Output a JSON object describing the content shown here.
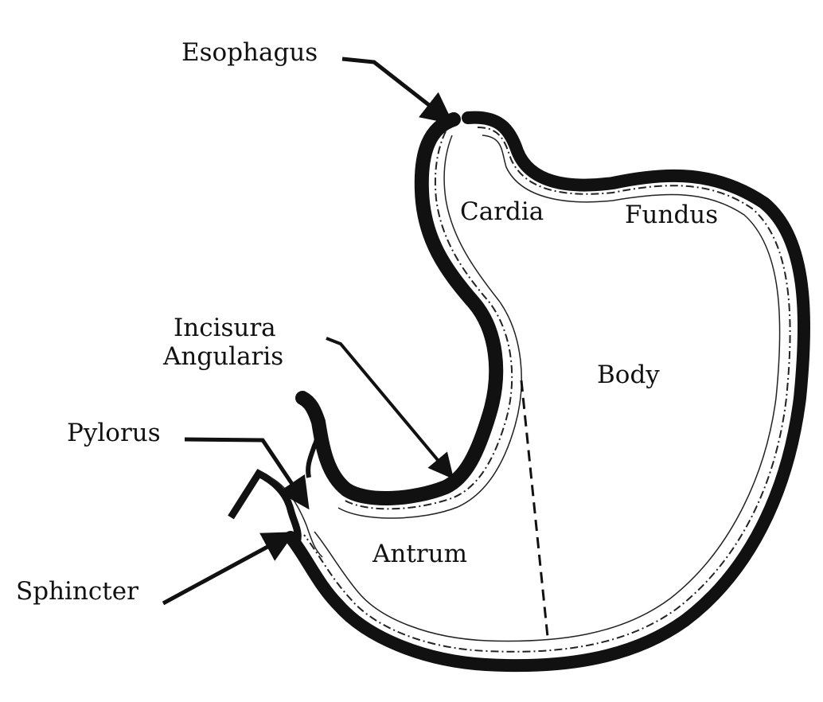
{
  "title": "Stomach anatomy",
  "labels": {
    "esophagus": "Esophagus",
    "cardia": "Cardia",
    "fundus": "Fundus",
    "incisura_line1": "Incisura",
    "incisura_line2": "Angularis",
    "body": "Body",
    "pylorus": "Pylorus",
    "antrum": "Antrum",
    "sphincter": "Sphincter"
  },
  "colors": {
    "ink": "#111111",
    "background": "#ffffff"
  }
}
